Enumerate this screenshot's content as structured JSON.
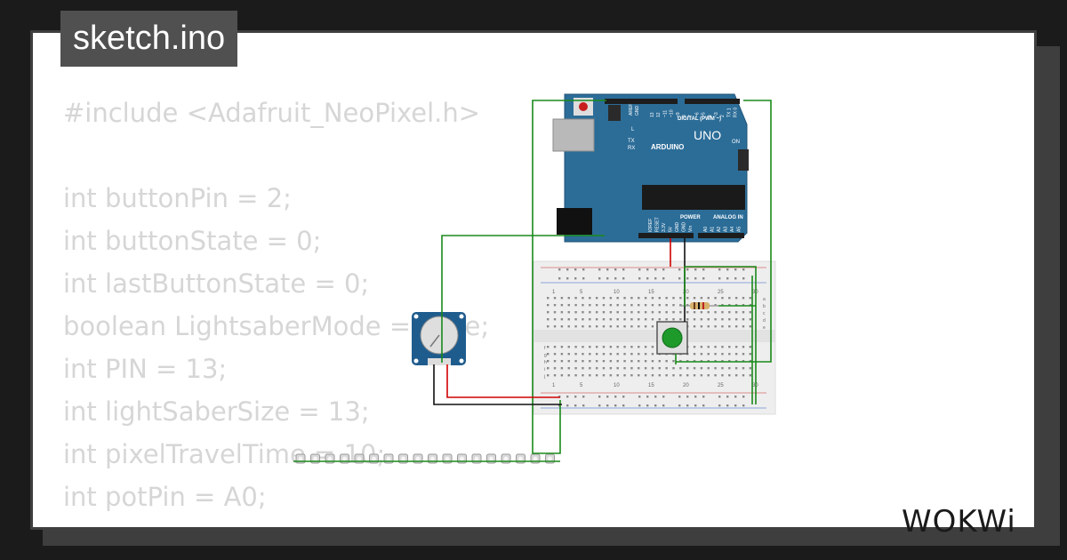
{
  "file_title": "sketch.ino",
  "code_lines": [
    "#include <Adafruit_NeoPixel.h>",
    "",
    "int buttonPin = 2;",
    "int buttonState = 0;",
    "int lastButtonState = 0;",
    "boolean LightsaberMode = false;",
    "int PIN = 13;",
    "int lightSaberSize = 13;",
    "int pixelTravelTime = 10;",
    "int potPin = A0;"
  ],
  "board": {
    "name": "UNO",
    "brand": "ARDUINO",
    "digital_header_label": "DIGITAL (PWM ~)",
    "power_header_label": "POWER",
    "analog_header_label": "ANALOG IN",
    "aref": "AREF",
    "gnd": "GND",
    "on_label": "ON",
    "l_label": "L",
    "tx_label": "TX",
    "rx_label": "RX",
    "power_pins": [
      "IOREF",
      "RESET",
      "3.3V",
      "5V",
      "GND",
      "GND",
      "Vin"
    ],
    "analog_pins": [
      "A0",
      "A1",
      "A2",
      "A3",
      "A4",
      "A5"
    ],
    "digital_pins": [
      "13",
      "12",
      "~11",
      "~10",
      "~9",
      "8",
      "7",
      "~6",
      "~5",
      "4",
      "~3",
      "2",
      "TX 1",
      "RX 0"
    ]
  },
  "breadboard": {
    "column_numbers": [
      "1",
      "5",
      "10",
      "15",
      "20",
      "25",
      "30"
    ],
    "row_letters_top": [
      "a",
      "b",
      "c",
      "d",
      "e"
    ],
    "row_letters_bottom": [
      "f",
      "g",
      "h",
      "i",
      "j"
    ]
  },
  "colors": {
    "board": "#2c6d98",
    "wire_green": "#1a8a1a",
    "wire_red": "#d10000",
    "wire_black": "#111111",
    "button_cap": "#1e9a2a"
  },
  "brand_logo": "WOKWi"
}
